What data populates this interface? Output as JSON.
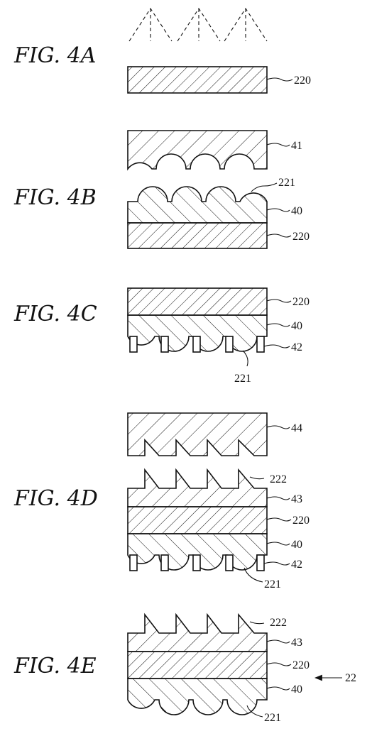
{
  "figures": {
    "fig4a": "FIG. 4A",
    "fig4b": "FIG. 4B",
    "fig4c": "FIG. 4C",
    "fig4d": "FIG. 4D",
    "fig4e": "FIG. 4E"
  },
  "refs": {
    "a_220": "220",
    "b_41": "41",
    "b_221": "221",
    "b_40": "40",
    "b_220": "220",
    "c_220": "220",
    "c_40": "40",
    "c_42": "42",
    "c_221": "221",
    "d_44": "44",
    "d_222": "222",
    "d_43": "43",
    "d_220": "220",
    "d_40": "40",
    "d_42": "42",
    "d_221": "221",
    "e_222": "222",
    "e_43": "43",
    "e_220": "220",
    "e_40": "40",
    "e_22": "22",
    "e_221": "221"
  }
}
